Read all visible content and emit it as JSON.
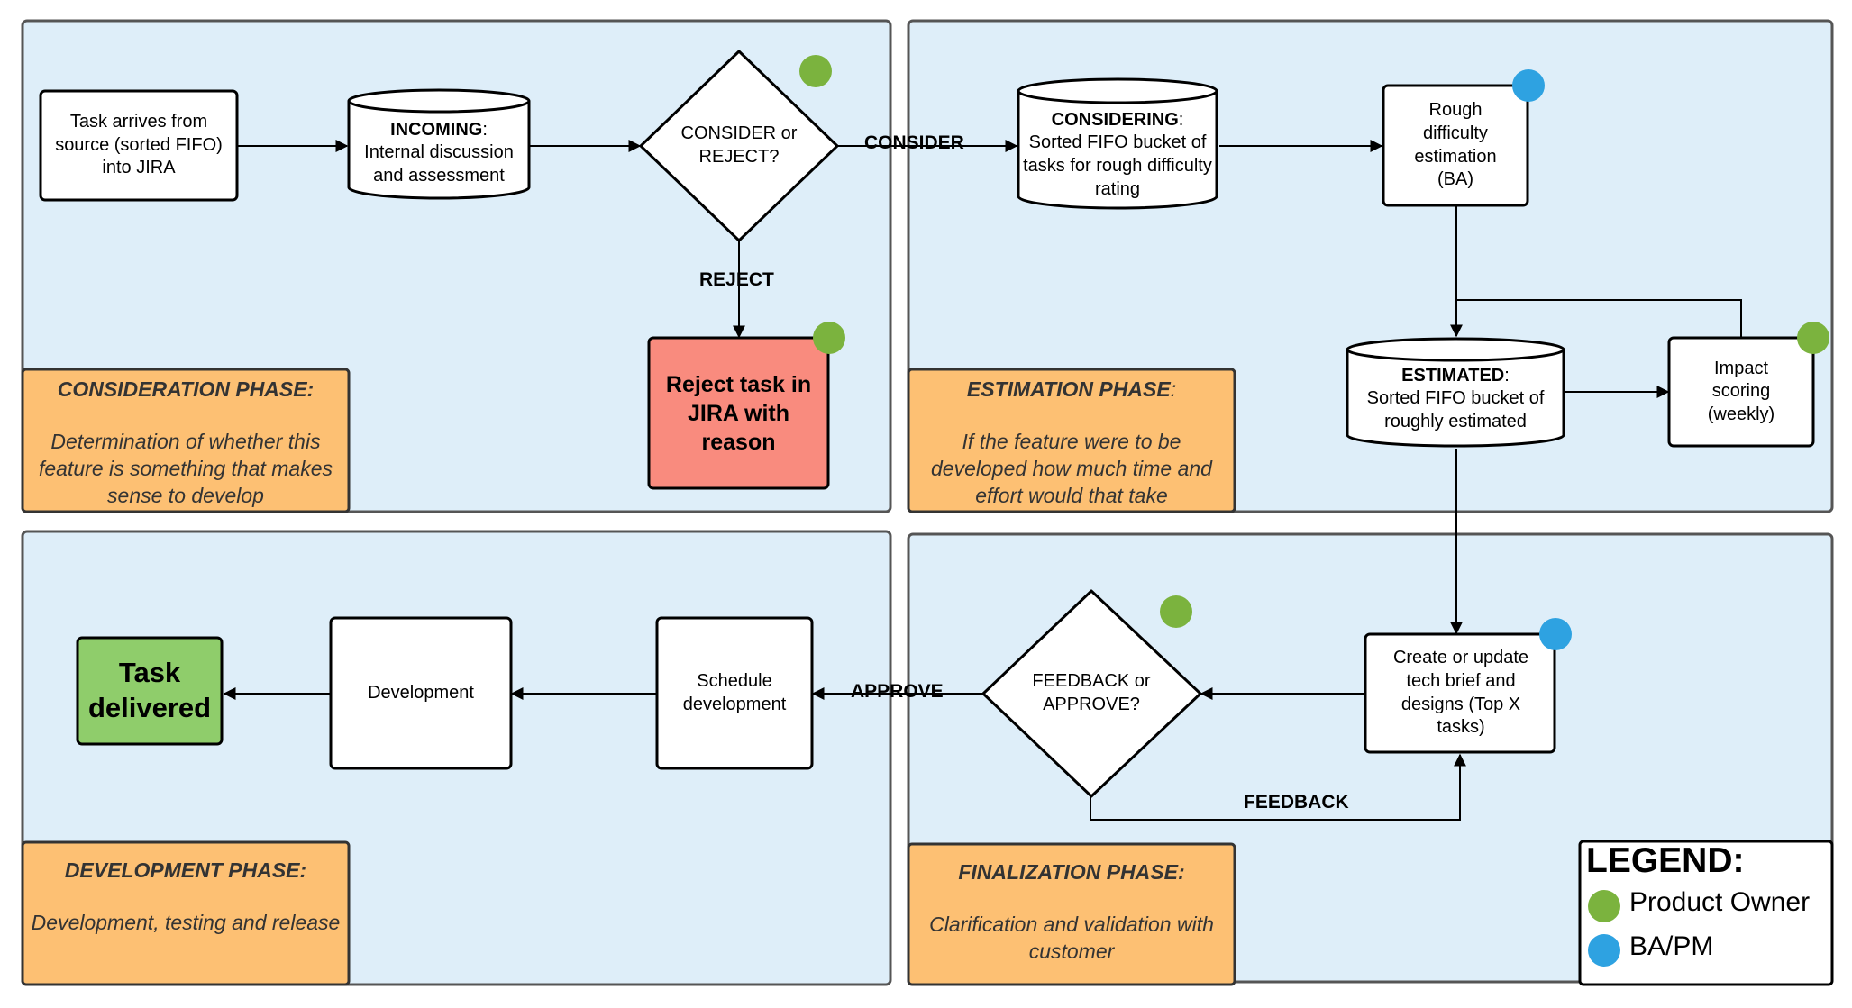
{
  "colors": {
    "panel_fill": "#deeef9",
    "panel_border": "#555555",
    "phase_fill": "#fdc073",
    "reject_fill": "#f98b7e",
    "delivered_fill": "#8fcd6b",
    "product_owner": "#7bb33e",
    "ba_pm": "#2ea2e1"
  },
  "nodes": {
    "task_arrives": "Task arrives from source (sorted FIFO) into JIRA",
    "incoming_title": "INCOMING",
    "incoming_desc": "Internal discussion and assessment",
    "consider_reject": "CONSIDER or REJECT?",
    "reject_task": "Reject task in JIRA with reason",
    "considering_title": "CONSIDERING",
    "considering_desc": "Sorted FIFO bucket of tasks for rough difficulty rating",
    "rough_estimation": "Rough difficulty estimation (BA)",
    "estimated_title": "ESTIMATED",
    "estimated_desc": "Sorted FIFO bucket of roughly estimated",
    "impact_scoring": "Impact scoring (weekly)",
    "tech_brief": "Create or update tech brief and designs (Top X tasks)",
    "feedback_approve": "FEEDBACK or APPROVE?",
    "schedule_dev": "Schedule development",
    "development": "Development",
    "task_delivered": "Task delivered"
  },
  "edges": {
    "consider": "CONSIDER",
    "reject": "REJECT",
    "approve": "APPROVE",
    "feedback": "FEEDBACK"
  },
  "phases": {
    "consideration": {
      "title": "CONSIDERATION PHASE:",
      "desc": "Determination of whether this feature is something that makes sense to develop"
    },
    "estimation": {
      "title": "ESTIMATION PHASE",
      "desc": "If the feature were to be developed how much time and effort would that take"
    },
    "development": {
      "title": "DEVELOPMENT PHASE:",
      "desc": "Development, testing and release"
    },
    "finalization": {
      "title": "FINALIZATION PHASE:",
      "desc": "Clarification and validation with customer"
    }
  },
  "legend": {
    "title": "LEGEND:",
    "product_owner": "Product Owner",
    "ba_pm": "BA/PM"
  }
}
